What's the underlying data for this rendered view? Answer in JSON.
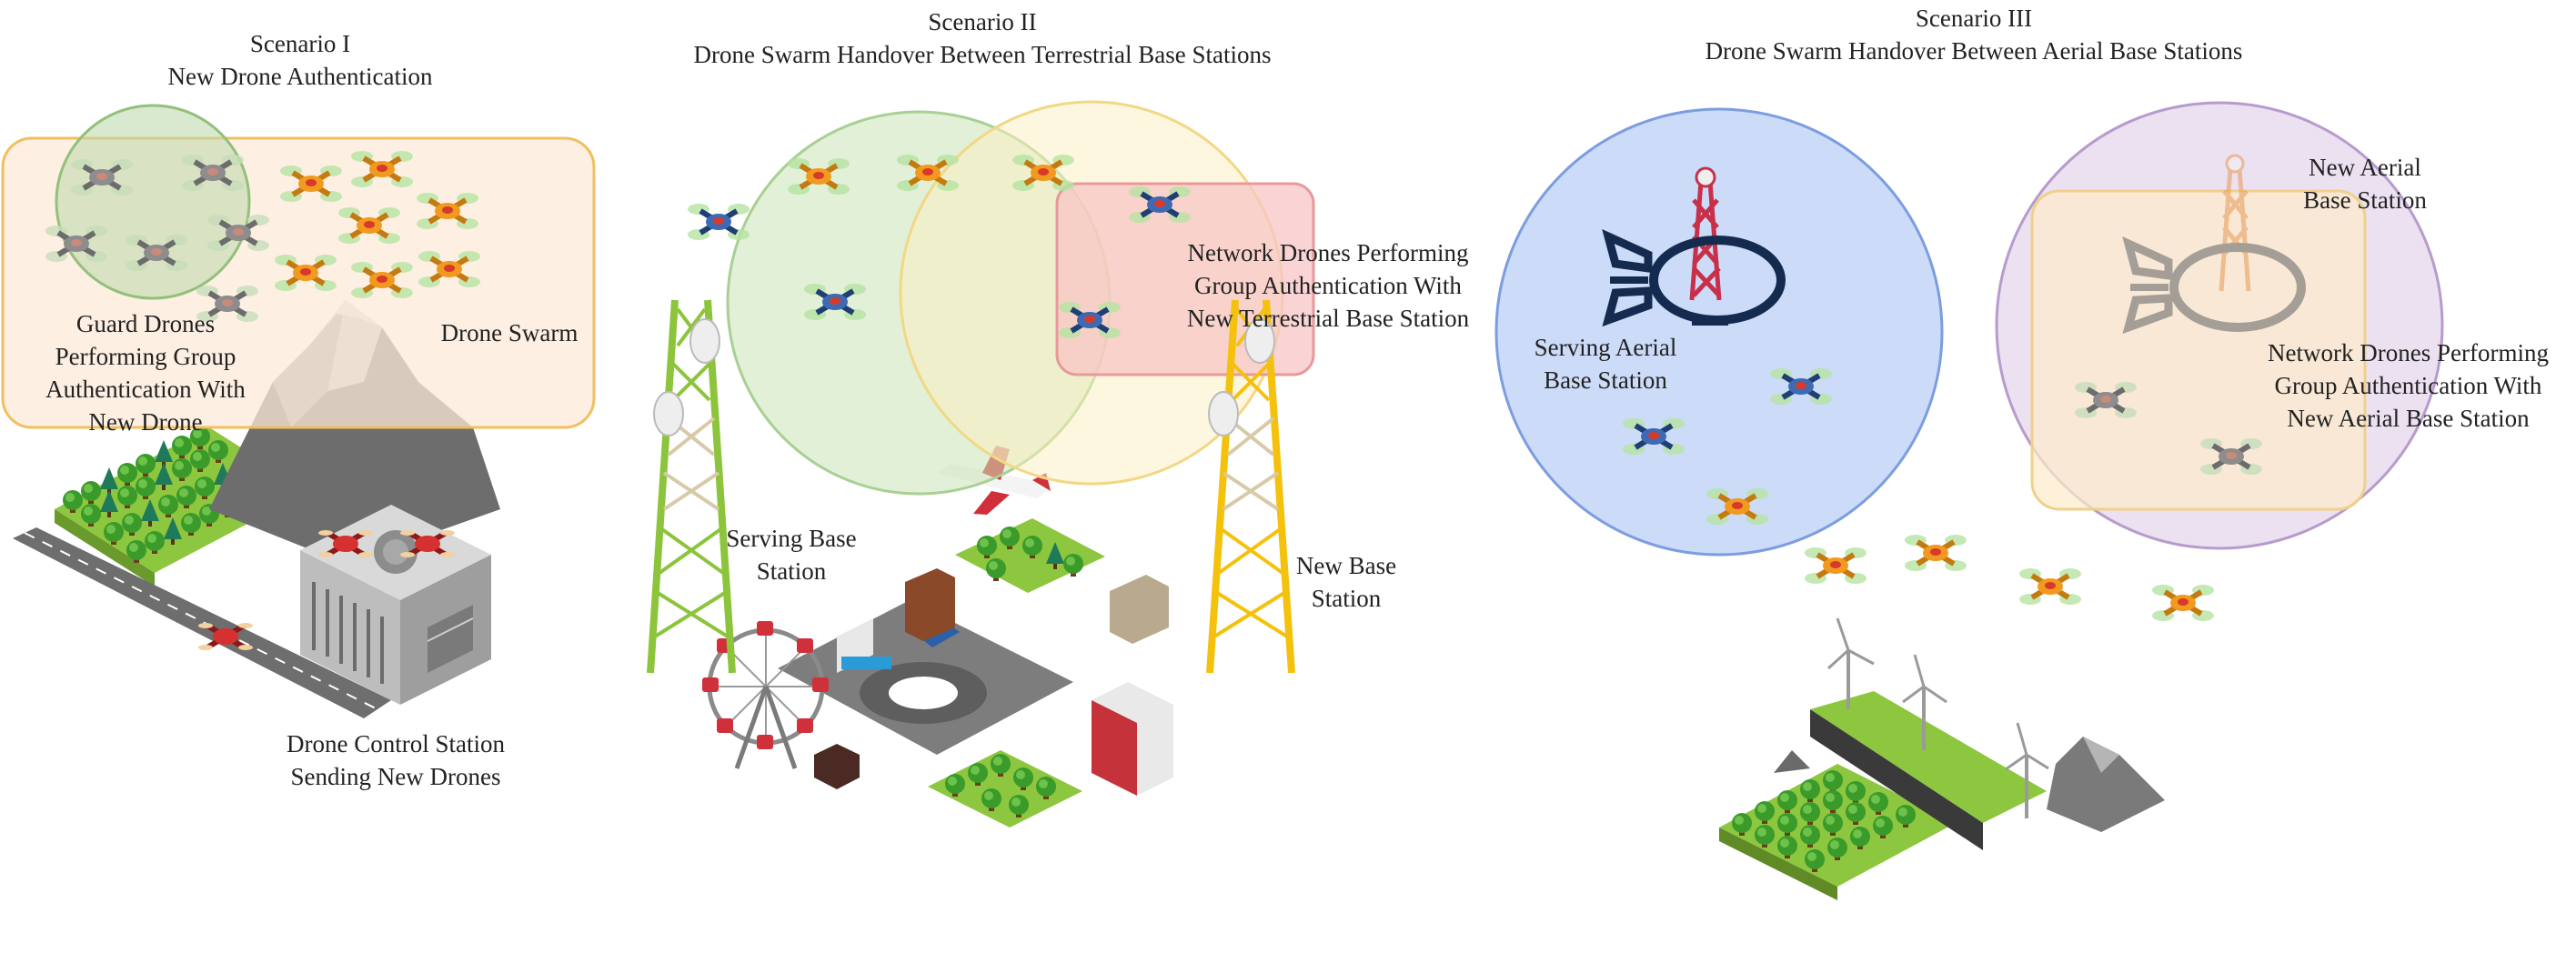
{
  "scenario1": {
    "title_line1": "Scenario I",
    "title_line2": "New Drone Authentication",
    "guard_label": [
      "Guard Drones",
      "Performing Group",
      "Authentication With",
      "New Drone"
    ],
    "swarm_label": "Drone Swarm",
    "control_label": [
      "Drone Control Station",
      "Sending New Drones"
    ]
  },
  "scenario2": {
    "title_line1": "Scenario II",
    "title_line2": "Drone Swarm Handover Between Terrestrial Base Stations",
    "network_label": [
      "Network Drones Performing",
      "Group Authentication With",
      "New Terrestrial Base Station"
    ],
    "serving_label": [
      "Serving Base",
      "Station"
    ],
    "new_label": [
      "New Base",
      "Station"
    ]
  },
  "scenario3": {
    "title_line1": "Scenario III",
    "title_line2": "Drone Swarm Handover Between Aerial Base Stations",
    "new_aerial_label": [
      "New Aerial",
      "Base Station"
    ],
    "serving_aerial_label": [
      "Serving Aerial",
      "Base Station"
    ],
    "network_label": [
      "Network Drones Performing",
      "Group Authentication With",
      "New Aerial Base Station"
    ]
  },
  "colors": {
    "swarm_box_fill": "#fde9d9",
    "swarm_box_stroke": "#f0c060",
    "guard_circle": "#b9d7a8",
    "terrestrial_circle_green": "#c9e4b6",
    "terrestrial_circle_yellow": "#fdf0c0",
    "network_box_red": "#f8c6c6",
    "aerial_circle_blue": "#8fb0f0",
    "aerial_circle_purple": "#d8c4e4",
    "drone_orange": "#f29a1f",
    "drone_blue": "#3d6bb3",
    "tower_green": "#8cc43c",
    "tower_yellow": "#f4c20d",
    "tower_red": "#c8304a"
  }
}
